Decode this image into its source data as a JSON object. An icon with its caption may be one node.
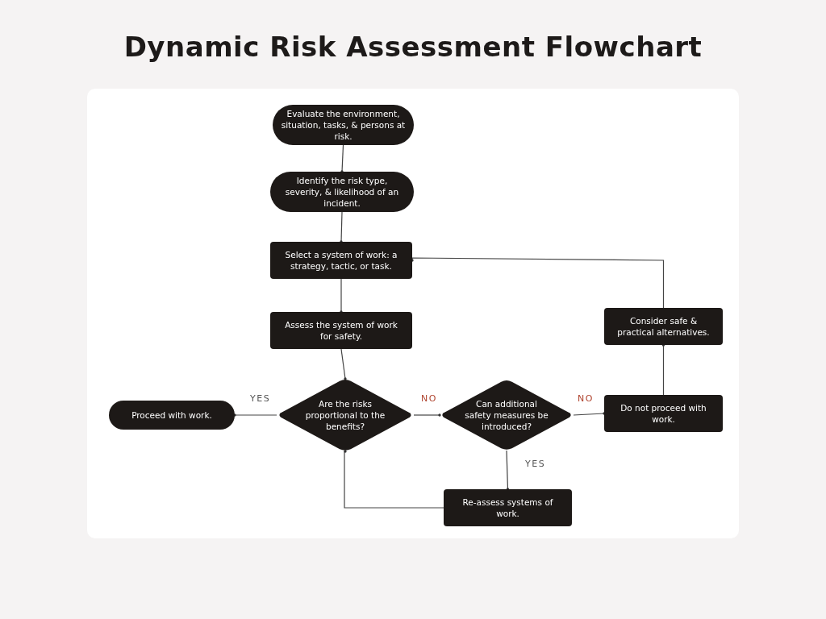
{
  "diagram": {
    "title": "Dynamic Risk Assessment Flowchart",
    "nodes": [
      {
        "text": [
          "Evaluate the environment, situation, tasks, & persons at risk."
        ]
      },
      {
        "text": [
          "Identify the risk type, severity, & likelihood of an incident."
        ]
      },
      {
        "text": [
          "Select a system of work: a strategy, tactic, or task."
        ]
      },
      {
        "text": [
          "Assess the system of work for safety."
        ]
      },
      {
        "text": [
          "Are the risks proportional to the benefits?"
        ]
      },
      {
        "text": [
          "Proceed with work."
        ]
      },
      {
        "text": [
          "Can additional safety measures be introduced?"
        ]
      },
      {
        "text": [
          "Do not proceed with work."
        ]
      },
      {
        "text": [
          "Consider safe & practical alternatives."
        ]
      },
      {
        "text": [
          "Re-assess systems of work."
        ]
      }
    ],
    "edges": [
      {
        "from": 0,
        "to": 1,
        "arrow": "other"
      },
      {
        "from": 1,
        "to": 2,
        "arrow": "other"
      },
      {
        "from": 2,
        "to": 3,
        "arrow": "other"
      },
      {
        "from": 3,
        "to": 4,
        "arrow": "other"
      },
      {
        "from": 4,
        "to": 5,
        "arrow": "other",
        "label": "YES"
      },
      {
        "from": 4,
        "to": 6,
        "arrow": "other",
        "label": "NO"
      },
      {
        "from": 6,
        "to": 7,
        "arrow": "other",
        "label": "NO"
      },
      {
        "from": 7,
        "to": 8,
        "arrow": "other"
      },
      {
        "from": 8,
        "to": 2,
        "arrow": "other"
      },
      {
        "from": 6,
        "to": 9,
        "arrow": "other",
        "label": "YES"
      },
      {
        "from": 9,
        "to": 4,
        "arrow": "other"
      }
    ]
  }
}
